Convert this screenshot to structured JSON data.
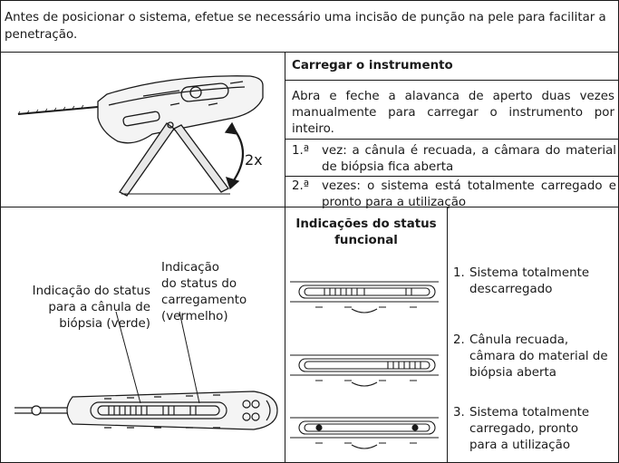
{
  "intro": {
    "text": "Antes de posicionar o sistema, efetue se necessário uma incisão de punção na pele para facilitar a penetração."
  },
  "loading": {
    "title": "Carregar o instrumento",
    "instruction": "Abra e feche a alavanca de aperto duas vezes manualmente para carregar o instrumento por inteiro.",
    "repeat_label": "2x",
    "steps": [
      {
        "number": "1.ª",
        "text": "vez: a cânula é recuada, a câmara do material de biópsia fica aberta"
      },
      {
        "number": "2.ª",
        "text": "vezes: o sistema está totalmente carregado e pronto para a utilização"
      }
    ]
  },
  "status": {
    "heading_line1": "Indicações do status",
    "heading_line2": "funcional",
    "label_cannula_lines": [
      "Indicação do status",
      "para a cânula de",
      "biópsia (verde)"
    ],
    "label_loading_lines": [
      "Indicação",
      "do status do",
      "carregamento",
      "(vermelho)"
    ],
    "items": [
      {
        "number": "1.",
        "lines": [
          "Sistema totalmente",
          "descarregado"
        ]
      },
      {
        "number": "2.",
        "lines": [
          "Cânula recuada,",
          "câmara do material de",
          "biópsia aberta"
        ]
      },
      {
        "number": "3.",
        "lines": [
          "Sistema totalmente",
          "carregado, pronto",
          "para a utilização"
        ]
      }
    ]
  }
}
